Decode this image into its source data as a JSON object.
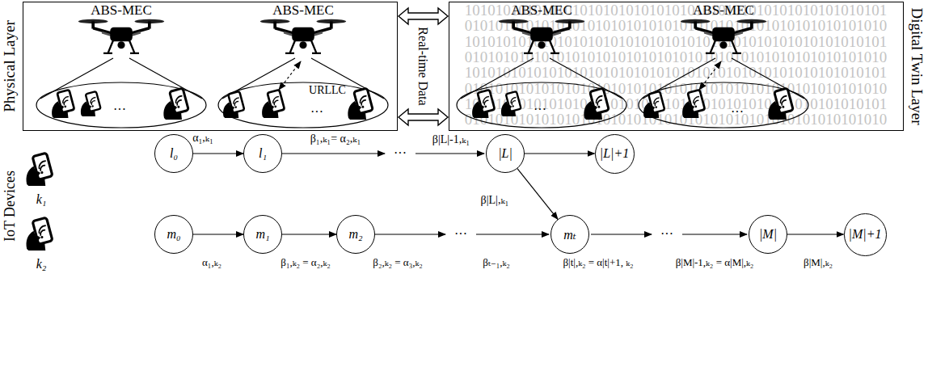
{
  "diagram": {
    "nodes": [
      {
        "text": [
          "Physical Layer"
        ]
      },
      {
        "text": [
          "Digital Twin Layer"
        ]
      },
      {
        "text": [
          "l₀"
        ]
      },
      {
        "text": [
          "l₁"
        ]
      },
      {
        "text": [
          "|L|"
        ]
      },
      {
        "text": [
          "|L|+1"
        ]
      },
      {
        "text": [
          "m₀"
        ]
      },
      {
        "text": [
          "m₁"
        ]
      },
      {
        "text": [
          "m₂"
        ]
      },
      {
        "text": [
          "mₜ"
        ]
      },
      {
        "text": [
          "|M|"
        ]
      },
      {
        "text": [
          "|M|+1"
        ]
      }
    ],
    "edges": [
      {
        "from": 0,
        "to": 1,
        "arrow": "both",
        "label": "Real-time Data"
      },
      {
        "from": 0,
        "to": 1,
        "arrow": "both"
      },
      {
        "from": 2,
        "to": 3,
        "arrow": "to",
        "label": "α₁,ₖ₁"
      },
      {
        "from": 4,
        "to": 5,
        "arrow": "to"
      },
      {
        "from": 4,
        "to": 9,
        "arrow": "to",
        "label": "β|L|,ₖ₁"
      },
      {
        "from": 6,
        "to": 7,
        "arrow": "to",
        "label": "α₁,ₖ₂"
      },
      {
        "from": 7,
        "to": 8,
        "arrow": "to",
        "label": "β₁,ₖ₂ = α₂,ₖ₂"
      },
      {
        "from": 10,
        "to": 11,
        "arrow": "to",
        "label": "β|M|,ₖ₂"
      }
    ],
    "labels": [
      "ABS-MEC",
      "ABS-MEC",
      "ABS-MEC",
      "ABS-MEC",
      "URLLC",
      "···",
      "···",
      "···",
      "···",
      "1010101010101010101010101010101010101010101010101010101",
      "0101010101010101010101010101010101010101010101010101010",
      "1010101010101010101010101010101010101010101010101010101",
      "0101010101010101010101010101010101010101010101010101010",
      "1010101010101010101010101010101010101010101010101010101",
      "0101010101010101010101010101010101010101010101010101010",
      "1010101010101010101010101010101010101010101010101010101",
      "0101010101010101010101010101010101010101010101010101010",
      "IoT Devices",
      "k₁",
      "k₂",
      "···",
      "β₁,ₖ₁= α₂,ₖ₁",
      "β|L|-1,ₖ₁",
      "···",
      "···",
      "β₂,ₖ₂ = α₃,ₖ₂",
      "βₜ₋₁,ₖ₂",
      "β|t|,ₖ₂ = α|t|+1, ₖ₂",
      "β|M|-1,ₖ₂ = α|M|,ₖ₂"
    ]
  }
}
